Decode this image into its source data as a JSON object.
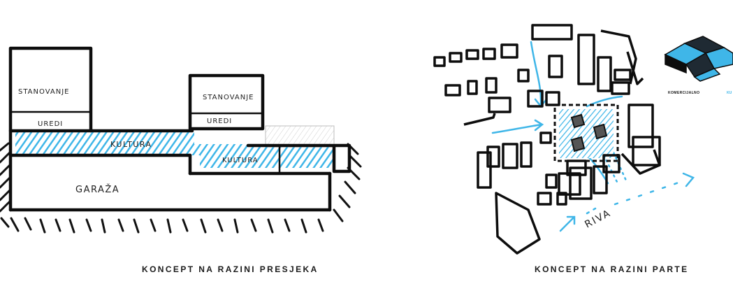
{
  "section_diagram": {
    "labels": {
      "housing_left": "STANOVANJE",
      "offices_left": "UREDI",
      "culture_main": "KULTURA",
      "housing_right": "STANOVANJE",
      "offices_right": "UREDI",
      "culture_lower": "KULTURA",
      "garage": "GARAŽA"
    },
    "caption": "KONCEPT NA RAZINI PRESJEKA"
  },
  "site_diagram": {
    "labels": {
      "waterfront": "RIVA"
    },
    "legend": {
      "item_1": "KOMERCIJALNO",
      "item_2": "KU"
    },
    "caption": "KONCEPT NA RAZINI PARTE"
  },
  "colors": {
    "accent_blue": "#3fb6e8",
    "ink": "#111111"
  }
}
